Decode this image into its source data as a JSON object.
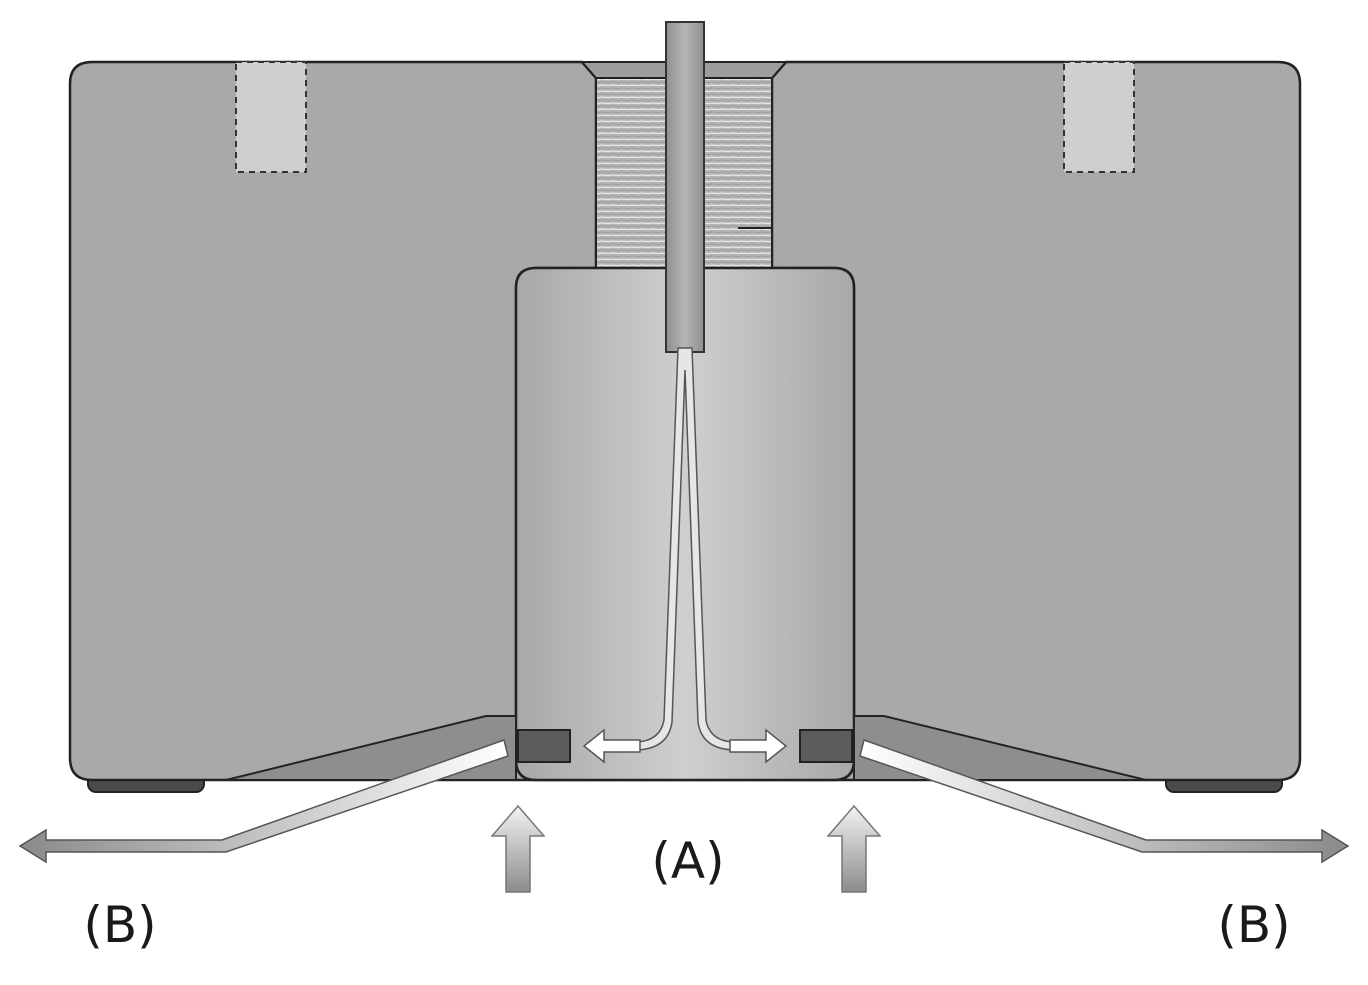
{
  "labels": {
    "center": "(A)",
    "left": "(B)",
    "right": "(B)"
  },
  "colors": {
    "body": "#a9a9a9",
    "outline": "#222222",
    "chamber": "#bdbdbd",
    "seal": "#5c5c5c",
    "foot": "#4a4a4a",
    "dashed_insert": "#d0d0d0",
    "thread_bg": "#b8b8b8",
    "thread_line": "#e0e0e0"
  }
}
